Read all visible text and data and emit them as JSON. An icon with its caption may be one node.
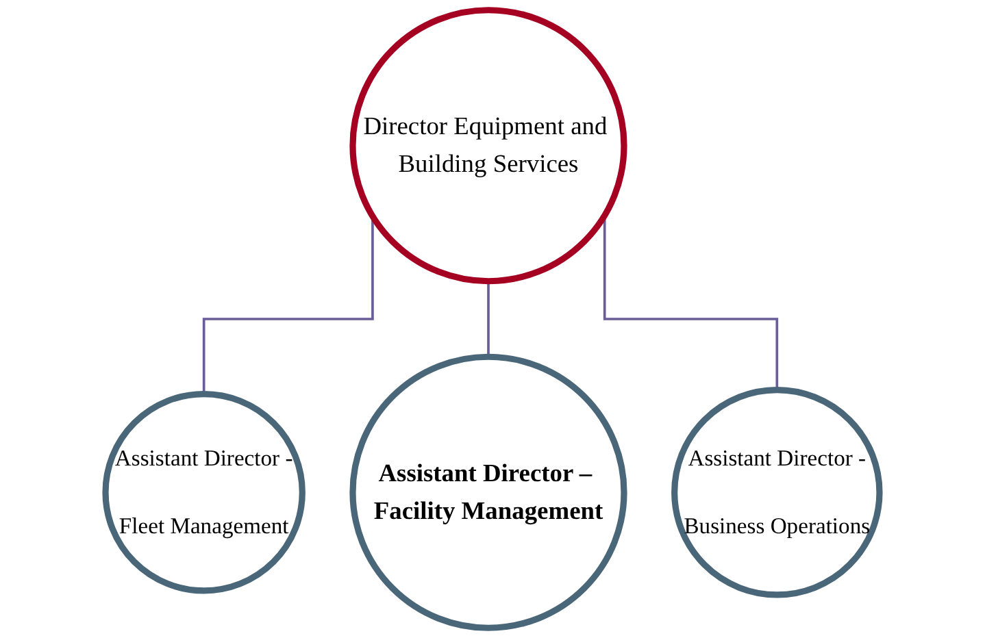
{
  "diagram": {
    "nodes": [
      {
        "text": [
          "Director Equipment and Building Services"
        ]
      },
      {
        "text": [
          "Assistant Director -",
          "Fleet Management"
        ]
      },
      {
        "text": [
          "Assistant Director – Facility Management"
        ]
      },
      {
        "text": [
          "Assistant Director -",
          "Business Operations"
        ]
      }
    ],
    "edges": [
      {
        "from": 0,
        "to": 1,
        "arrow": "none"
      },
      {
        "from": 0,
        "to": 2,
        "arrow": "none"
      },
      {
        "from": 0,
        "to": 3,
        "arrow": "none"
      }
    ]
  }
}
